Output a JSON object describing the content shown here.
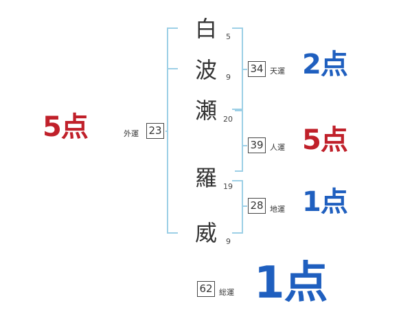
{
  "characters": [
    {
      "char": "白",
      "strokes": "5"
    },
    {
      "char": "波",
      "strokes": "9"
    },
    {
      "char": "瀬",
      "strokes": "20"
    },
    {
      "char": "羅",
      "strokes": "19"
    },
    {
      "char": "威",
      "strokes": "9"
    }
  ],
  "grid": {
    "ten": {
      "value": "34",
      "label": "天運",
      "score": "2点",
      "color": "#1f5fbf"
    },
    "jin": {
      "value": "39",
      "label": "人運",
      "score": "5点",
      "color": "#c0202a"
    },
    "chi": {
      "value": "28",
      "label": "地運",
      "score": "1点",
      "color": "#1f5fbf"
    },
    "gai": {
      "value": "23",
      "label": "外運",
      "score": "5点",
      "color": "#c0202a"
    },
    "sou": {
      "value": "62",
      "label": "総運",
      "score": "1点",
      "color": "#1f5fbf"
    }
  },
  "bracket_color": "#9ccfe6"
}
